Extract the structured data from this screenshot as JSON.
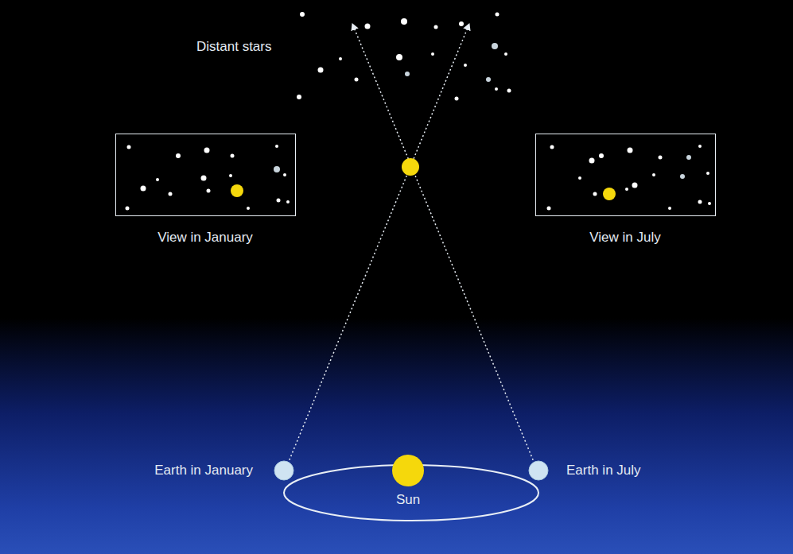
{
  "diagram": {
    "nodes": [
      {
        "text": [
          "View in January"
        ]
      },
      {
        "text": [
          "View in July"
        ]
      }
    ],
    "labels": [
      "Distant stars",
      "Earth in January",
      "Sun",
      "Earth in July"
    ]
  }
}
